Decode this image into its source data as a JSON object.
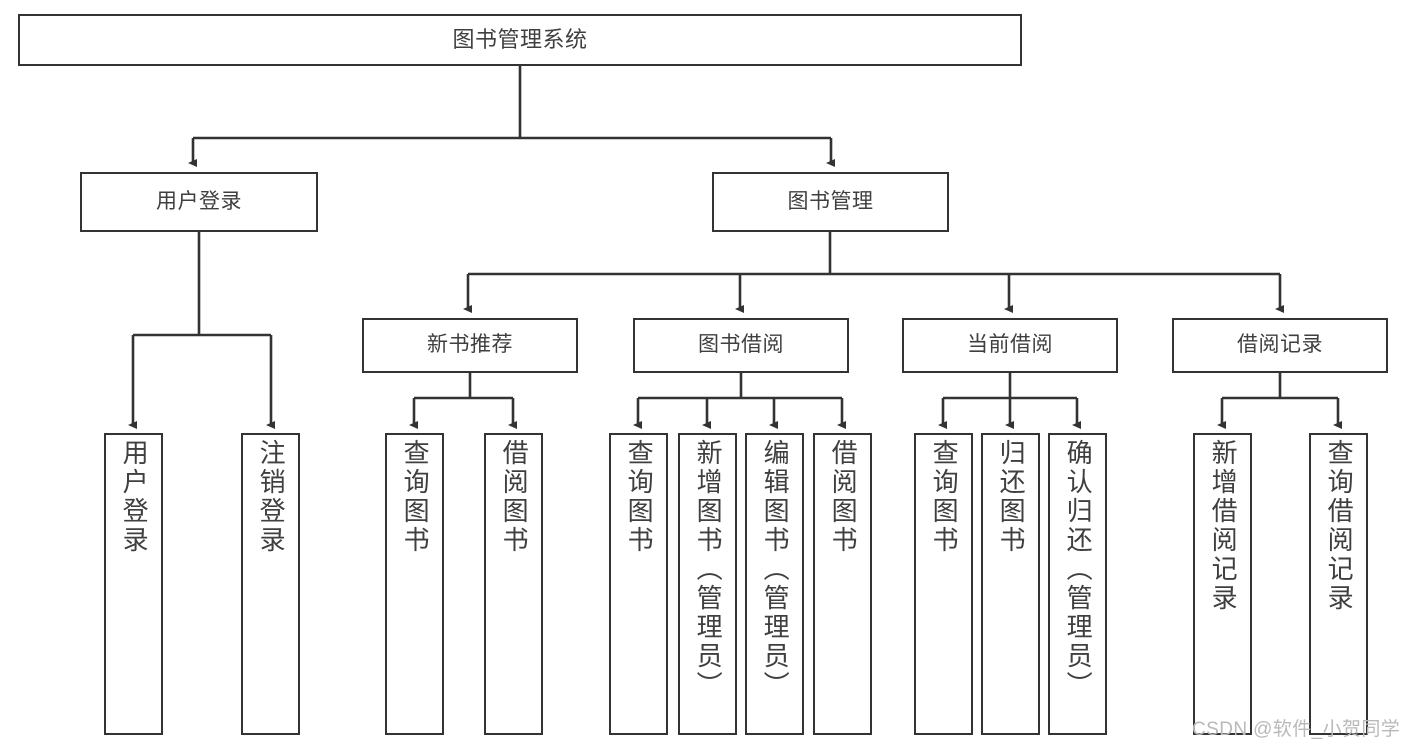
{
  "diagram": {
    "type": "tree-hierarchy",
    "title_node": {
      "id": "root",
      "label": "图书管理系统"
    },
    "levels": [
      {
        "level": 1,
        "nodes": [
          {
            "id": "login",
            "label": "用户登录"
          },
          {
            "id": "bookmgmt",
            "label": "图书管理"
          }
        ]
      },
      {
        "level": 2,
        "nodes": [
          {
            "id": "newbook",
            "label": "新书推荐"
          },
          {
            "id": "borrow",
            "label": "图书借阅"
          },
          {
            "id": "current",
            "label": "当前借阅"
          },
          {
            "id": "records",
            "label": "借阅记录"
          }
        ]
      },
      {
        "level": 3,
        "nodes": [
          {
            "id": "leaf1",
            "label": "用户登录",
            "parent": "login"
          },
          {
            "id": "leaf2",
            "label": "注销登录",
            "parent": "login"
          },
          {
            "id": "leaf3",
            "label": "查询图书",
            "parent": "newbook"
          },
          {
            "id": "leaf4",
            "label": "借阅图书",
            "parent": "newbook"
          },
          {
            "id": "leaf5",
            "label": "查询图书",
            "parent": "borrow"
          },
          {
            "id": "leaf6",
            "label": "新增图书（管理员）",
            "parent": "borrow"
          },
          {
            "id": "leaf7",
            "label": "编辑图书（管理员）",
            "parent": "borrow"
          },
          {
            "id": "leaf8",
            "label": "借阅图书",
            "parent": "borrow"
          },
          {
            "id": "leaf9",
            "label": "查询图书",
            "parent": "current"
          },
          {
            "id": "leaf10",
            "label": "归还图书",
            "parent": "current"
          },
          {
            "id": "leaf11",
            "label": "确认归还（管理员）",
            "parent": "current"
          },
          {
            "id": "leaf12",
            "label": "新增借阅记录",
            "parent": "records"
          },
          {
            "id": "leaf13",
            "label": "查询借阅记录",
            "parent": "records"
          }
        ]
      }
    ],
    "colors": {
      "border": "#333333",
      "text": "#3f3f3f",
      "background": "#ffffff",
      "watermark": "#b9b9b9"
    }
  },
  "watermark": {
    "text": "CSDN @软件_小贺同学"
  }
}
